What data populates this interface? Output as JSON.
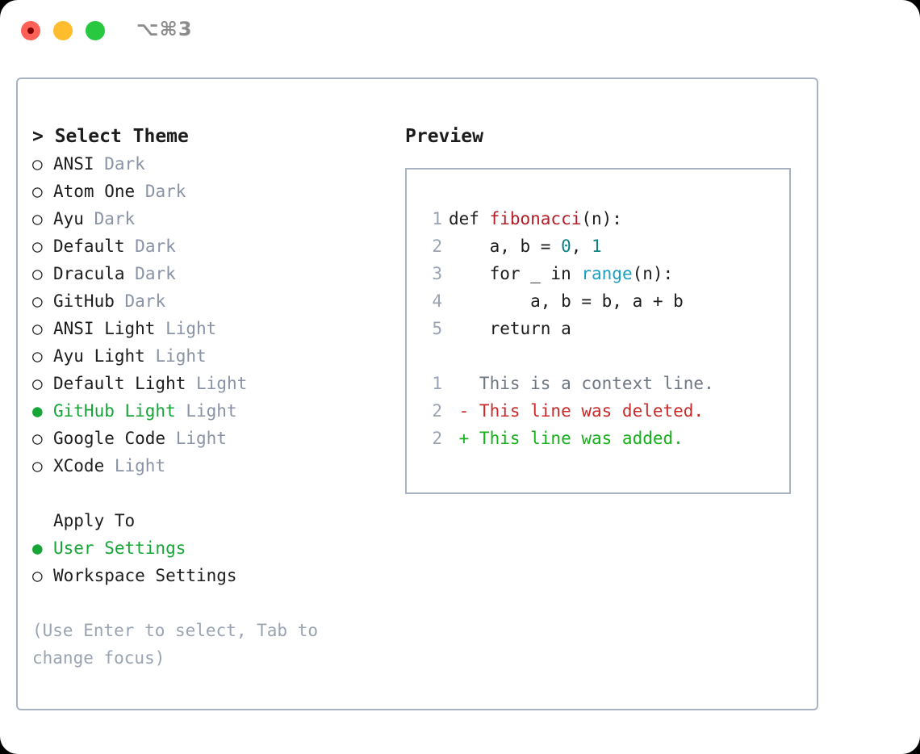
{
  "titlebar": {
    "shortcut": "⌥⌘3",
    "buttons": [
      "close",
      "minimize",
      "maximize"
    ]
  },
  "theme_picker": {
    "title": "Select Theme",
    "cursor": "> ",
    "marker_selected": "●",
    "marker_unselected": "○",
    "selected_color": "#16a637",
    "tag_color": "#8a93a5",
    "items": [
      {
        "label": "ANSI",
        "tag": "Dark",
        "selected": false
      },
      {
        "label": "Atom One",
        "tag": "Dark",
        "selected": false
      },
      {
        "label": "Ayu",
        "tag": "Dark",
        "selected": false
      },
      {
        "label": "Default",
        "tag": "Dark",
        "selected": false
      },
      {
        "label": "Dracula",
        "tag": "Dark",
        "selected": false
      },
      {
        "label": "GitHub",
        "tag": "Dark",
        "selected": false
      },
      {
        "label": "ANSI Light",
        "tag": "Light",
        "selected": false
      },
      {
        "label": "Ayu Light",
        "tag": "Light",
        "selected": false
      },
      {
        "label": "Default Light",
        "tag": "Light",
        "selected": false
      },
      {
        "label": "GitHub Light",
        "tag": "Light",
        "selected": true
      },
      {
        "label": "Google Code",
        "tag": "Light",
        "selected": false
      },
      {
        "label": "XCode",
        "tag": "Light",
        "selected": false
      }
    ]
  },
  "apply_to": {
    "title": "Apply To",
    "items": [
      {
        "label": "User Settings",
        "selected": true
      },
      {
        "label": "Workspace Settings",
        "selected": false
      }
    ]
  },
  "hint": "(Use Enter to select, Tab to change focus)",
  "preview": {
    "title": "Preview",
    "code_lines": [
      {
        "no": "1",
        "tokens": [
          {
            "text": "def ",
            "kind": "plain"
          },
          {
            "text": "fibonacci",
            "kind": "fn"
          },
          {
            "text": "(n):",
            "kind": "plain"
          }
        ]
      },
      {
        "no": "2",
        "tokens": [
          {
            "text": "    a, b = ",
            "kind": "plain"
          },
          {
            "text": "0",
            "kind": "num"
          },
          {
            "text": ", ",
            "kind": "plain"
          },
          {
            "text": "1",
            "kind": "num"
          }
        ]
      },
      {
        "no": "3",
        "tokens": [
          {
            "text": "    for _ in ",
            "kind": "plain"
          },
          {
            "text": "range",
            "kind": "call"
          },
          {
            "text": "(n):",
            "kind": "plain"
          }
        ]
      },
      {
        "no": "4",
        "tokens": [
          {
            "text": "        a, b = b, a + b",
            "kind": "plain"
          }
        ]
      },
      {
        "no": "5",
        "tokens": [
          {
            "text": "    return a",
            "kind": "plain"
          }
        ]
      }
    ],
    "diff_lines": [
      {
        "no": "1",
        "sign": "  ",
        "text": "This is a context line.",
        "kind": "context"
      },
      {
        "no": "2",
        "sign": "- ",
        "text": "This line was deleted.",
        "kind": "del"
      },
      {
        "no": "2",
        "sign": "+ ",
        "text": "This line was added.",
        "kind": "add"
      }
    ],
    "colors": {
      "function": "#b31d28",
      "number": "#0d8080",
      "call": "#1a9ec4",
      "context": "#6e7681",
      "deleted": "#c92a2a",
      "added": "#15b01a",
      "lineno": "#9aa3b2"
    }
  }
}
